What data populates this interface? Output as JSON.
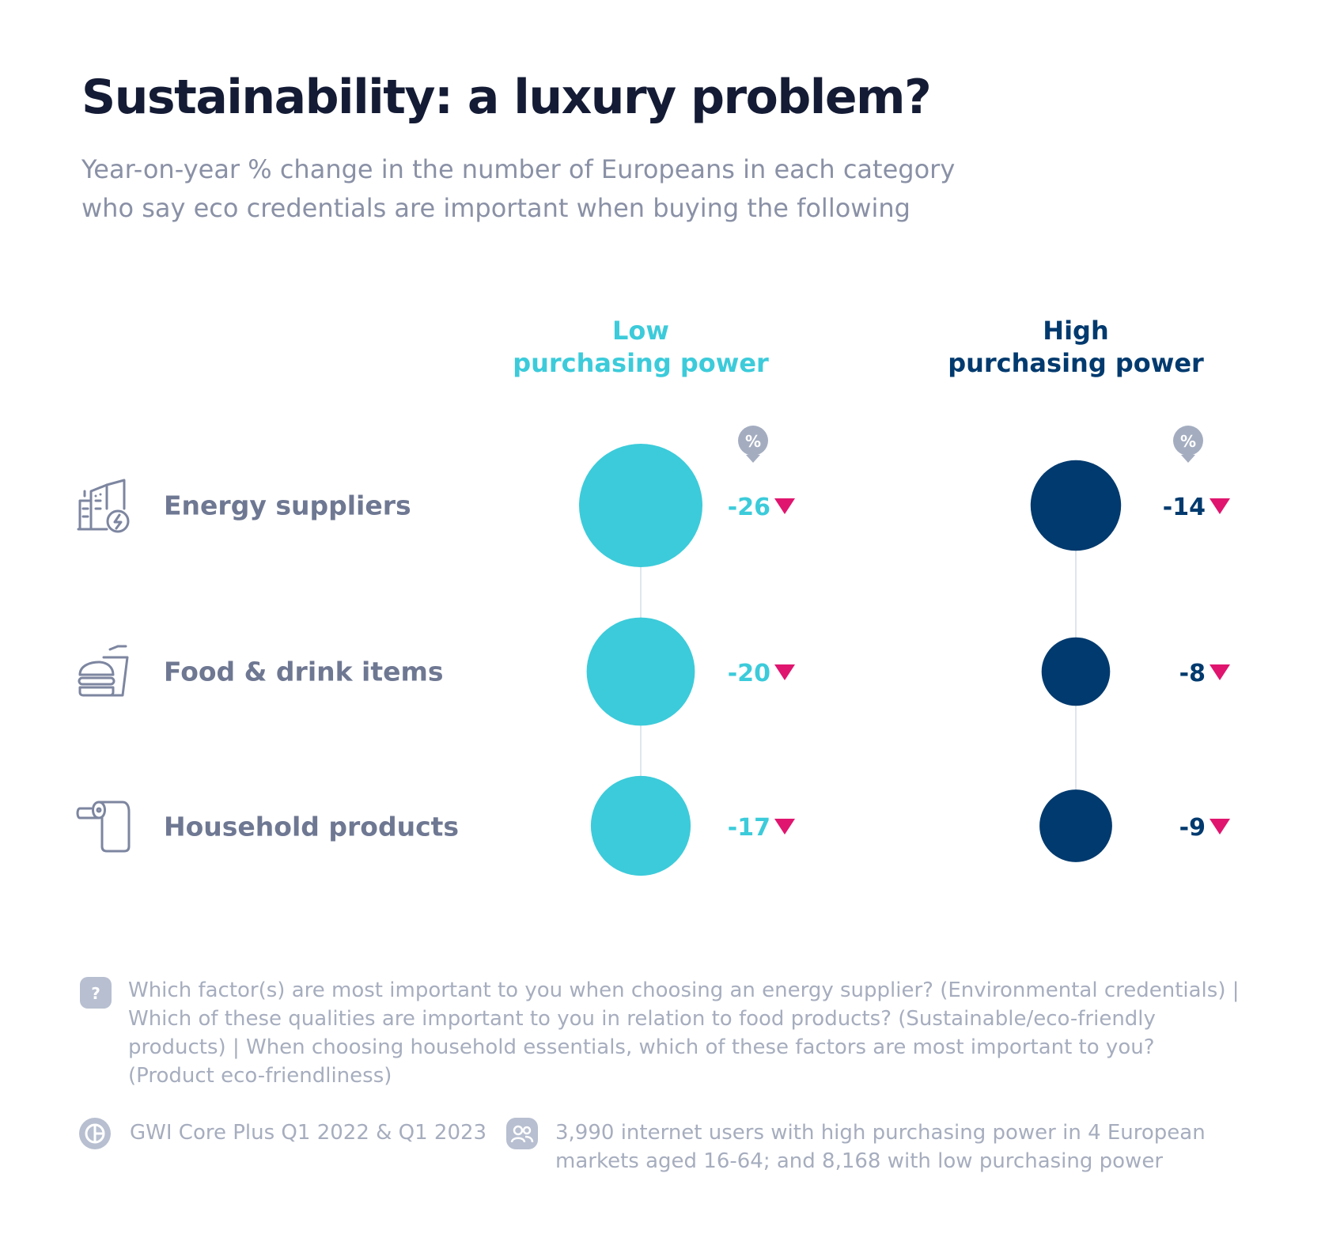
{
  "header": {
    "title": "Sustainability: a luxury problem?",
    "subtitle_lines": [
      "Year-on-year % change in the number of Europeans in each category",
      "who say eco credentials are important when buying the following"
    ]
  },
  "colors": {
    "low": "#3ccbda",
    "high": "#003a6e",
    "down_arrow": "#e0156f",
    "label": "#6f7892",
    "connector": "#dfe6ee",
    "badge": "#a4adc0"
  },
  "icons": {
    "badge": "percent-icon",
    "row_icons": [
      "energy-buildings-icon",
      "food-drink-icon",
      "toilet-roll-icon"
    ],
    "question": "question-icon",
    "source": "gwi-logo-icon",
    "sample": "people-icon"
  },
  "chart_data": {
    "type": "bubble",
    "categories": [
      "Energy suppliers",
      "Food & drink items",
      "Household products"
    ],
    "unit": "%",
    "series": [
      {
        "name_lines": [
          "Low",
          "purchasing power"
        ],
        "values": [
          -26,
          -20,
          -17
        ],
        "labels": [
          "-26",
          "-20",
          "-17"
        ]
      },
      {
        "name_lines": [
          "High",
          "purchasing power"
        ],
        "values": [
          -14,
          -8,
          -9
        ],
        "labels": [
          "-14",
          "-8",
          "-9"
        ]
      }
    ]
  },
  "footer": {
    "question_lines": [
      "Which factor(s) are most important to you when choosing an energy supplier? (Environmental credentials) |",
      "Which of these qualities are important to you in relation to food products? (Sustainable/eco-friendly",
      "products) | When choosing household essentials, which of these factors are most important to you?",
      "(Product eco-friendliness)"
    ],
    "source": "GWI Core Plus Q1 2022 & Q1 2023",
    "sample_lines": [
      "3,990 internet users with high purchasing power in 4 European",
      "markets aged 16-64; and 8,168 with low purchasing power"
    ]
  }
}
